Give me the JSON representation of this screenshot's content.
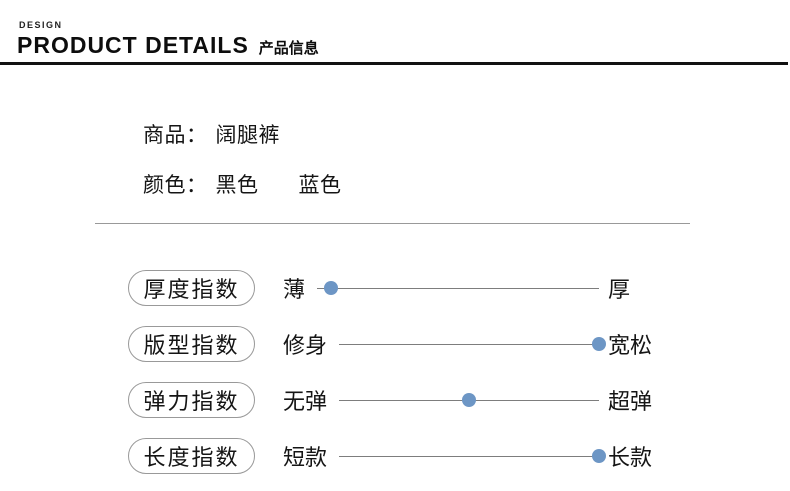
{
  "header": {
    "eyebrow": "DESIGN",
    "title": "PRODUCT DETAILS",
    "title_cn": "产品信息"
  },
  "product": {
    "name_label": "商品：",
    "name_value": "阔腿裤",
    "color_label": "颜色：",
    "color_values": [
      "黑色",
      "蓝色"
    ]
  },
  "colors": {
    "accent_dot": "#6d96c5",
    "track_line": "#7d7d7d",
    "pill_border": "#999999",
    "header_rule": "#111111",
    "divider": "#999999"
  },
  "indices": [
    {
      "name": "厚度指数",
      "left": "薄",
      "right": "厚",
      "position_pct": 5
    },
    {
      "name": "版型指数",
      "left": "修身",
      "right": "宽松",
      "position_pct": 100
    },
    {
      "name": "弹力指数",
      "left": "无弹",
      "right": "超弹",
      "position_pct": 50
    },
    {
      "name": "长度指数",
      "left": "短款",
      "right": "长款",
      "position_pct": 100
    }
  ]
}
